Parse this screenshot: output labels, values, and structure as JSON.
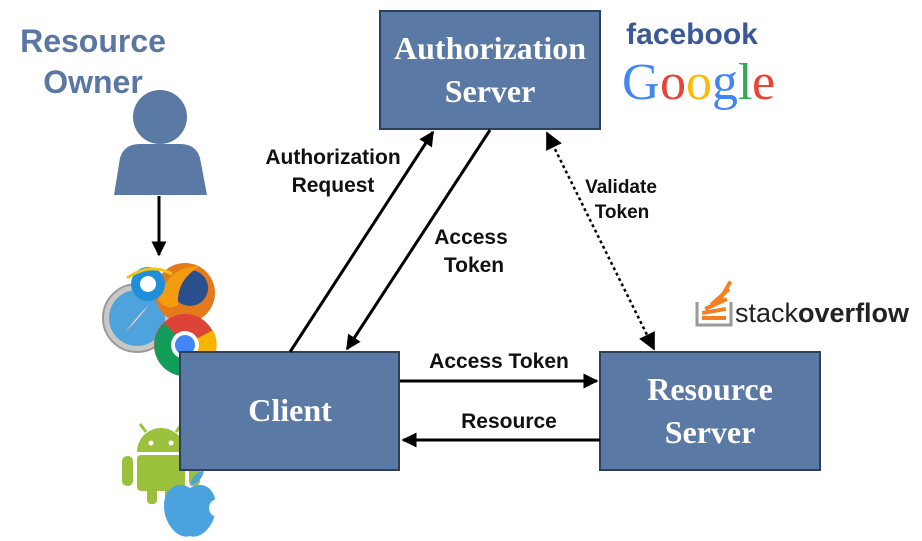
{
  "resource_owner": {
    "line1": "Resource",
    "line2": "Owner"
  },
  "nodes": {
    "authorization_server": {
      "line1": "Authorization",
      "line2": "Server"
    },
    "client": {
      "label": "Client"
    },
    "resource_server": {
      "line1": "Resource",
      "line2": "Server"
    }
  },
  "arrows": {
    "authorization_request": {
      "line1": "Authorization",
      "line2": "Request"
    },
    "access_token_return": {
      "line1": "Access",
      "line2": "Token"
    },
    "validate_token": {
      "line1": "Validate",
      "line2": "Token"
    },
    "access_token_send": {
      "label": "Access Token"
    },
    "resource_return": {
      "label": "Resource"
    }
  },
  "logos": {
    "facebook": "facebook",
    "google": [
      "G",
      "o",
      "o",
      "g",
      "l",
      "e"
    ],
    "stackoverflow": {
      "prefix": "stack",
      "suffix": "overflow"
    }
  },
  "icons": [
    "user-icon",
    "browser-icons",
    "chrome-icon",
    "android-icon",
    "apple-icon"
  ],
  "colors": {
    "box_fill": "#5b79a5",
    "box_stroke": "#2e3f5c",
    "owner_text": "#5a77a3",
    "facebook": "#3b5998",
    "google": [
      "#4285f4",
      "#ea4335",
      "#fbbc05",
      "#4285f4",
      "#34a853",
      "#ea4335"
    ],
    "stackoverflow_orange": "#f48024"
  }
}
